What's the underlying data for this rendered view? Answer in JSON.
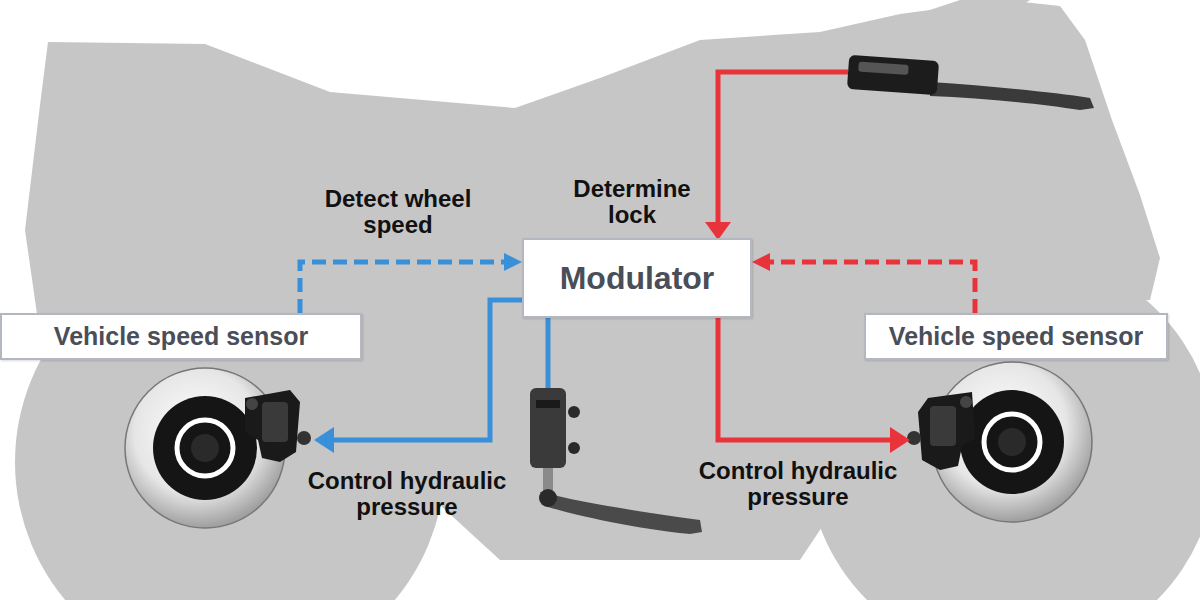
{
  "diagram": {
    "nodes": [
      {
        "text": [
          "Modulator"
        ]
      },
      {
        "text": [
          "Vehicle speed sensor"
        ]
      },
      {
        "text": [
          "Vehicle speed sensor"
        ]
      }
    ],
    "edges": [
      {
        "from": 1,
        "to": 0,
        "arrow": "to",
        "label": "Detect wheel speed"
      },
      {
        "from": 2,
        "to": 0,
        "arrow": "to"
      }
    ],
    "labels": [
      "Determine lock",
      "Control hydraulic pressure",
      "Control hydraulic pressure"
    ]
  }
}
